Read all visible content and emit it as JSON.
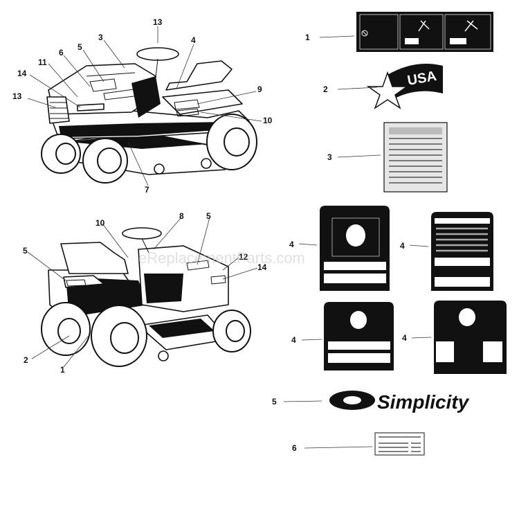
{
  "watermark": "eReplacementParts.com",
  "callouts": {
    "top_tractor": [
      "13",
      "3",
      "4",
      "5",
      "6",
      "11",
      "14",
      "13",
      "9",
      "10",
      "7"
    ],
    "bottom_tractor": [
      "10",
      "8",
      "5",
      "5",
      "12",
      "14",
      "2",
      "1"
    ],
    "decals": [
      "1",
      "2",
      "3",
      "4",
      "4",
      "4",
      "4",
      "5",
      "6"
    ]
  },
  "decals": {
    "usa_text": "USA",
    "simplicity_text": "Simplicity"
  }
}
